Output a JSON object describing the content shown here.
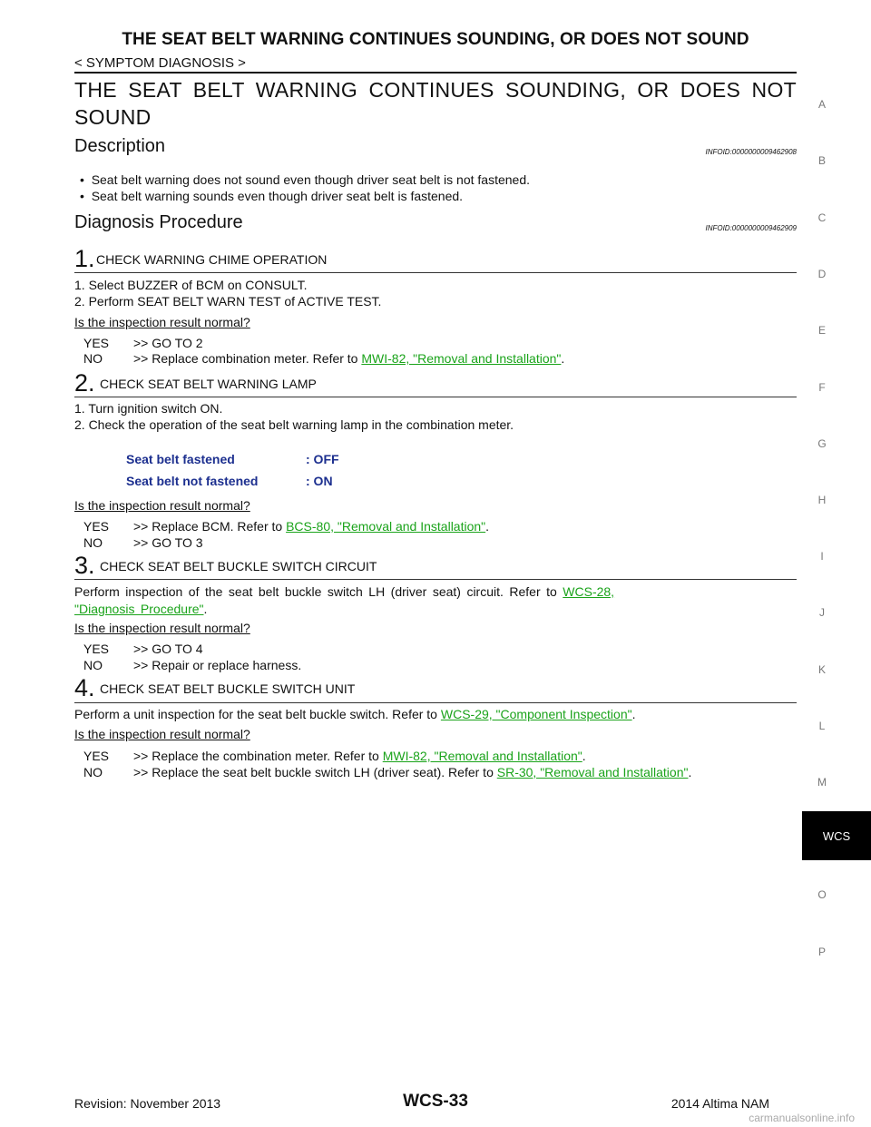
{
  "header": {
    "title": "THE SEAT BELT WARNING CONTINUES SOUNDING, OR DOES NOT SOUND",
    "subtitle": "< SYMPTOM DIAGNOSIS >"
  },
  "main_title": "THE SEAT BELT WARNING CONTINUES SOUNDING, OR DOES NOT SOUND",
  "description": {
    "heading": "Description",
    "info_id": "INFOID:0000000009462908",
    "bullets": [
      "Seat belt warning does not sound even though driver seat belt is not fastened.",
      "Seat belt warning sounds even though driver seat belt is fastened."
    ]
  },
  "procedure": {
    "heading": "Diagnosis Procedure",
    "info_id": "INFOID:0000000009462909"
  },
  "bullet_glyph": "•",
  "question": "Is the inspection result normal?",
  "yes_label": "YES",
  "no_label": "NO",
  "steps": [
    {
      "num": "1.",
      "title": "CHECK WARNING CHIME OPERATION",
      "lines": [
        "1.   Select BUZZER of BCM on CONSULT.",
        "2.   Perform SEAT BELT WARN TEST of ACTIVE TEST."
      ],
      "yes_text": ">> GO TO 2",
      "no_text": ">> Replace combination meter. Refer to ",
      "no_link": "MWI-82, \"Removal and Installation\"",
      "no_after": "."
    },
    {
      "num": "2.",
      "title": "CHECK SEAT BELT WARNING LAMP",
      "lines": [
        "1.   Turn ignition switch ON.",
        "2.   Check the operation of the seat belt warning lamp in the combination meter."
      ],
      "table": [
        {
          "label": "Seat belt fastened",
          "value": ": OFF"
        },
        {
          "label": "Seat belt not fastened",
          "value": ": ON"
        }
      ],
      "yes_text": ">> Replace BCM. Refer to ",
      "yes_link": "BCS-80, \"Removal and Installation\"",
      "yes_after": ".",
      "no_text": ">> GO TO 3"
    },
    {
      "num": "3.",
      "title": "CHECK SEAT BELT BUCKLE SWITCH CIRCUIT",
      "text": "Perform inspection of the seat belt buckle switch LH (driver seat) circuit. Refer to ",
      "link_a": "WCS-28,",
      "link_b": "\"Diagnosis Procedure\"",
      "after": ".",
      "yes_text": ">> GO TO 4",
      "no_text": ">> Repair or replace harness."
    },
    {
      "num": "4.",
      "title": "CHECK SEAT BELT BUCKLE SWITCH UNIT",
      "text": "Perform a unit inspection for the seat belt buckle switch. Refer to ",
      "link": "WCS-29, \"Component Inspection\"",
      "after": ".",
      "yes_text": ">> Replace the combination meter. Refer to ",
      "yes_link": "MWI-82, \"Removal and Installation\"",
      "yes_after": ".",
      "no_text": ">> Replace the seat belt buckle switch LH (driver seat). Refer to ",
      "no_link": "SR-30, \"Removal and Installation\"",
      "no_after": "."
    }
  ],
  "side_index": [
    "A",
    "B",
    "C",
    "D",
    "E",
    "F",
    "G",
    "H",
    "I",
    "J",
    "K",
    "L",
    "M",
    "O",
    "P"
  ],
  "active_tab": "WCS",
  "footer": {
    "revision": "Revision: November 2013",
    "page": "WCS-33",
    "model": "2014 Altima NAM",
    "watermark": "carmanualsonline.info"
  }
}
